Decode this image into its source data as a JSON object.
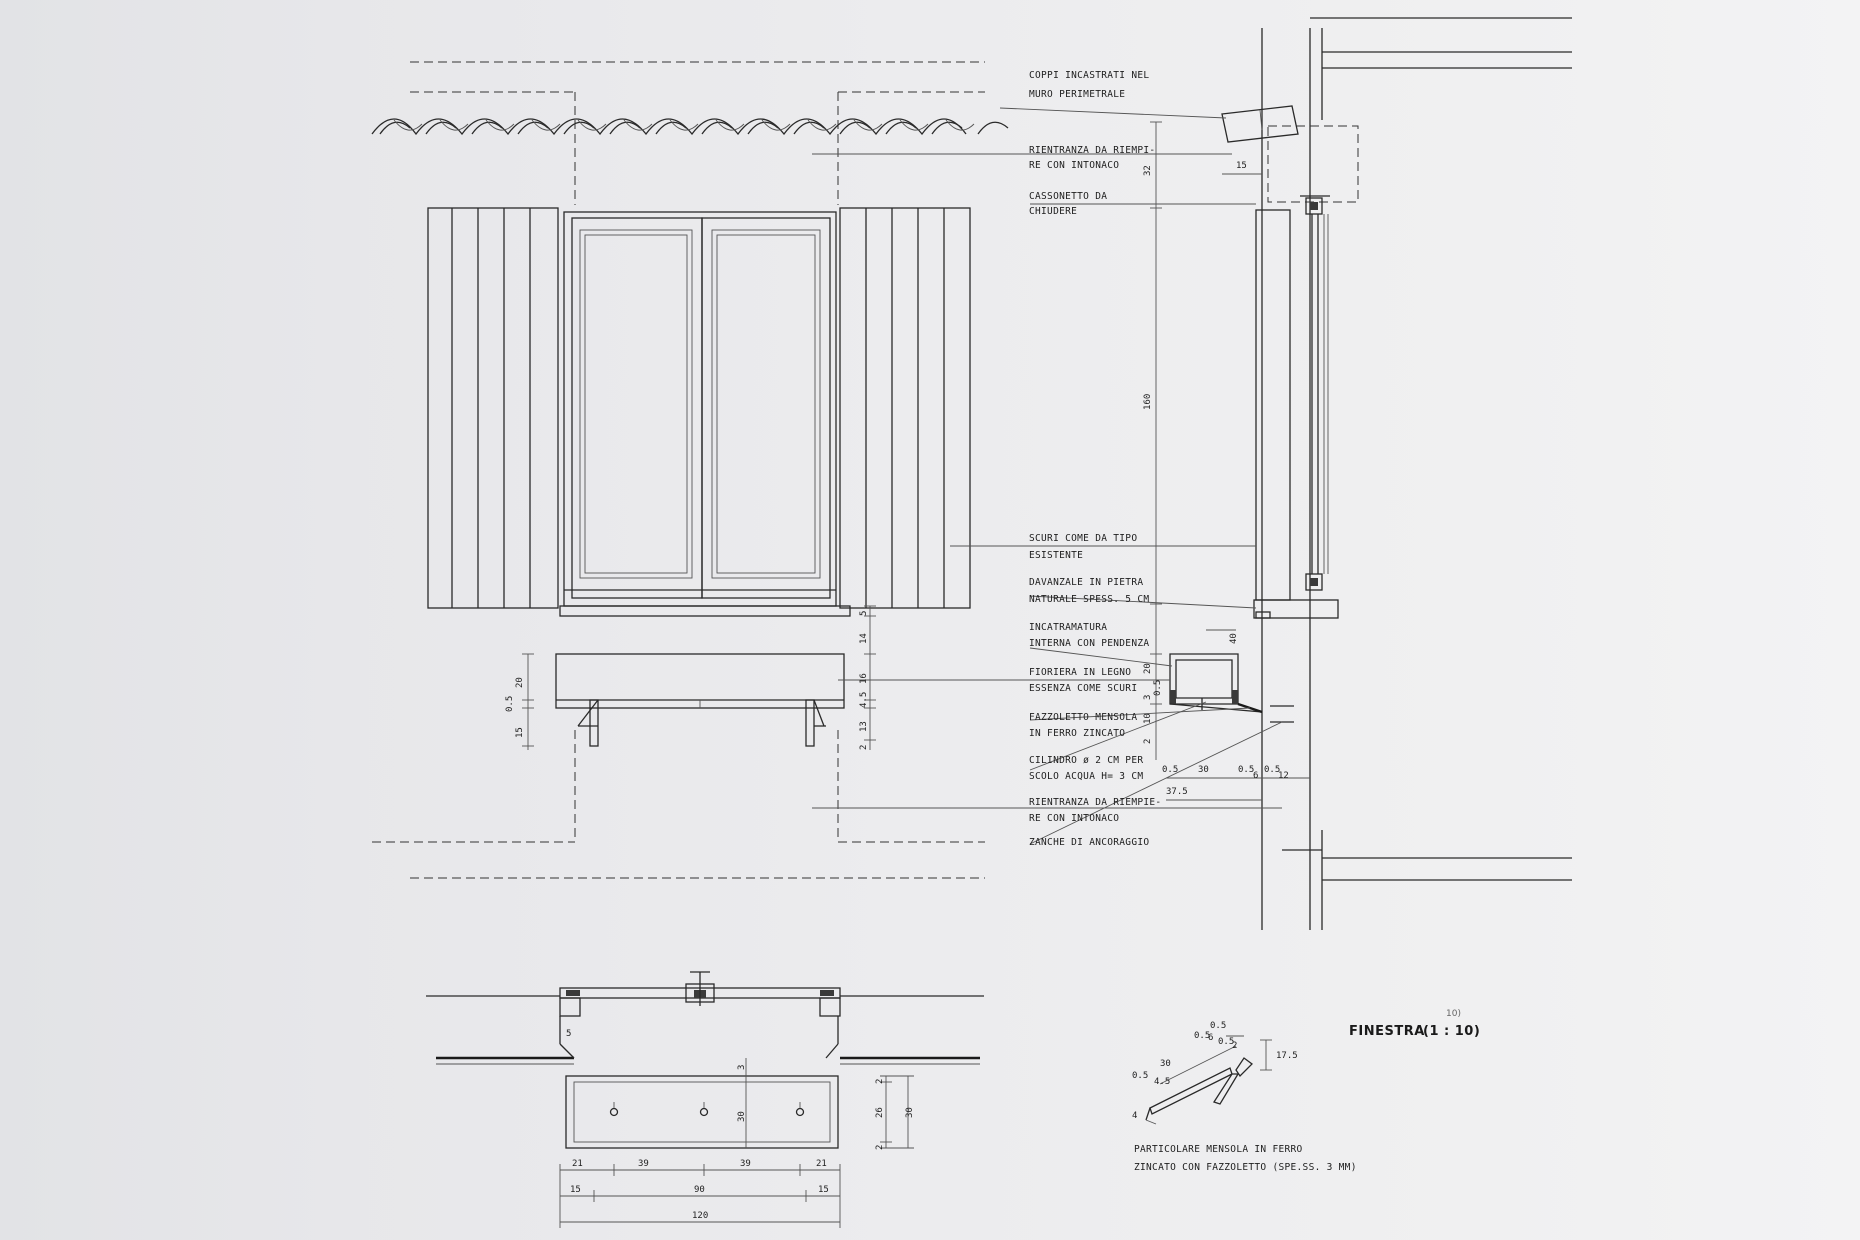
{
  "title": {
    "name": "FINESTRA",
    "scale": "(1 : 10)",
    "sheet": "10)"
  },
  "labels": {
    "coppi": [
      "COPPI INCASTRATI NEL",
      "MURO PERIMETRALE"
    ],
    "rientranza_top": [
      "RIENTRANZA DA RIEMPI-",
      "RE CON INTONACO"
    ],
    "cassonetto": [
      "CASSONETTO DA",
      "CHIUDERE"
    ],
    "scuri": [
      "SCURI COME DA TIPO",
      "ESISTENTE"
    ],
    "davanzale": [
      "DAVANZALE IN PIETRA",
      "NATURALE SPESS. 5 CM"
    ],
    "incatramatura": [
      "INCATRAMATURA",
      "INTERNA CON PENDENZA"
    ],
    "fioriera": [
      "FIORIERA IN LEGNO",
      "ESSENZA COME SCURI"
    ],
    "fazzoletto": [
      "FAZZOLETTO MENSOLA",
      "IN FERRO ZINCATO"
    ],
    "cilindro": [
      "CILINDRO ø 2 CM PER",
      "SCOLO ACQUA H= 3 CM"
    ],
    "rientranza_bottom": [
      "RIENTRANZA DA RIEMPIE-",
      "RE CON INTONACO"
    ],
    "zanche": "ZANCHE DI ANCORAGGIO",
    "particolare": [
      "PARTICOLARE MENSOLA IN FERRO",
      "ZINCATO CON FAZZOLETTO (SPE.SS. 3 MM)"
    ]
  },
  "dimensions": {
    "elevation_left": [
      "20",
      "0.5",
      "15"
    ],
    "elevation_right": [
      "5",
      "14",
      "16",
      "4.5",
      "13",
      "2"
    ],
    "section_vertical": [
      "32",
      "160",
      "40",
      "20",
      "3",
      "0.5",
      "10",
      "2"
    ],
    "section_top": "15",
    "section_bottom_row1": [
      "0.5",
      "30",
      "0.5",
      "6",
      "0.5",
      "12"
    ],
    "section_bottom_row2": "37.5",
    "plan_gap": "5",
    "plan_small": "3",
    "plan_box_height": "30",
    "plan_right": [
      "2",
      "26",
      "2",
      "30"
    ],
    "plan_row1": [
      "21",
      "39",
      "39",
      "21"
    ],
    "plan_row2": [
      "15",
      "90",
      "15"
    ],
    "plan_row3": "120",
    "bracket": [
      "0.5",
      "0.5",
      "6",
      "0.5",
      "2",
      "30",
      "17.5",
      "0.5",
      "4.5",
      "4"
    ]
  }
}
